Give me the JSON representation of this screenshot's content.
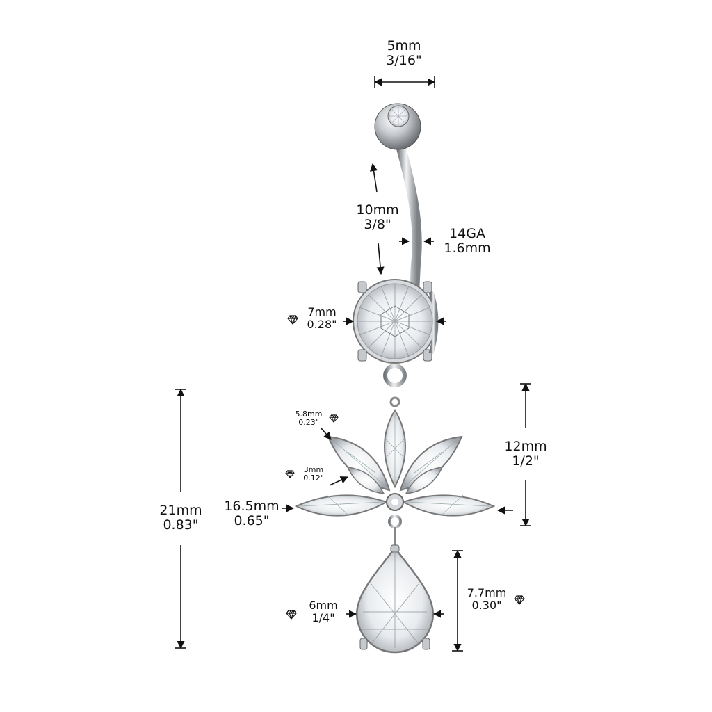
{
  "dimensions": {
    "ball": {
      "mm": "5mm",
      "inch": "3/16\""
    },
    "bar_length": {
      "mm": "10mm",
      "inch": "3/8\""
    },
    "gauge": {
      "ga": "14GA",
      "mm": "1.6mm"
    },
    "top_gem": {
      "mm": "7mm",
      "inch": "0.28\""
    },
    "marquise_large": {
      "mm": "5.8mm",
      "inch": "0.23\""
    },
    "marquise_small": {
      "mm": "3mm",
      "inch": "0.12\""
    },
    "flower_width": {
      "mm": "16.5mm",
      "inch": "0.65\""
    },
    "flower_height": {
      "mm": "12mm",
      "inch": "1/2\""
    },
    "total_dangle": {
      "mm": "21mm",
      "inch": "0.83\""
    },
    "pear_width": {
      "mm": "6mm",
      "inch": "1/4\""
    },
    "pear_height": {
      "mm": "7.7mm",
      "inch": "0.30\""
    }
  },
  "icons": {
    "gem": "diamond-icon"
  },
  "colors": {
    "metal": "#b8bcc0",
    "metal_dark": "#6f7478",
    "ink": "#111111",
    "crystal": "#f4f6f8"
  }
}
